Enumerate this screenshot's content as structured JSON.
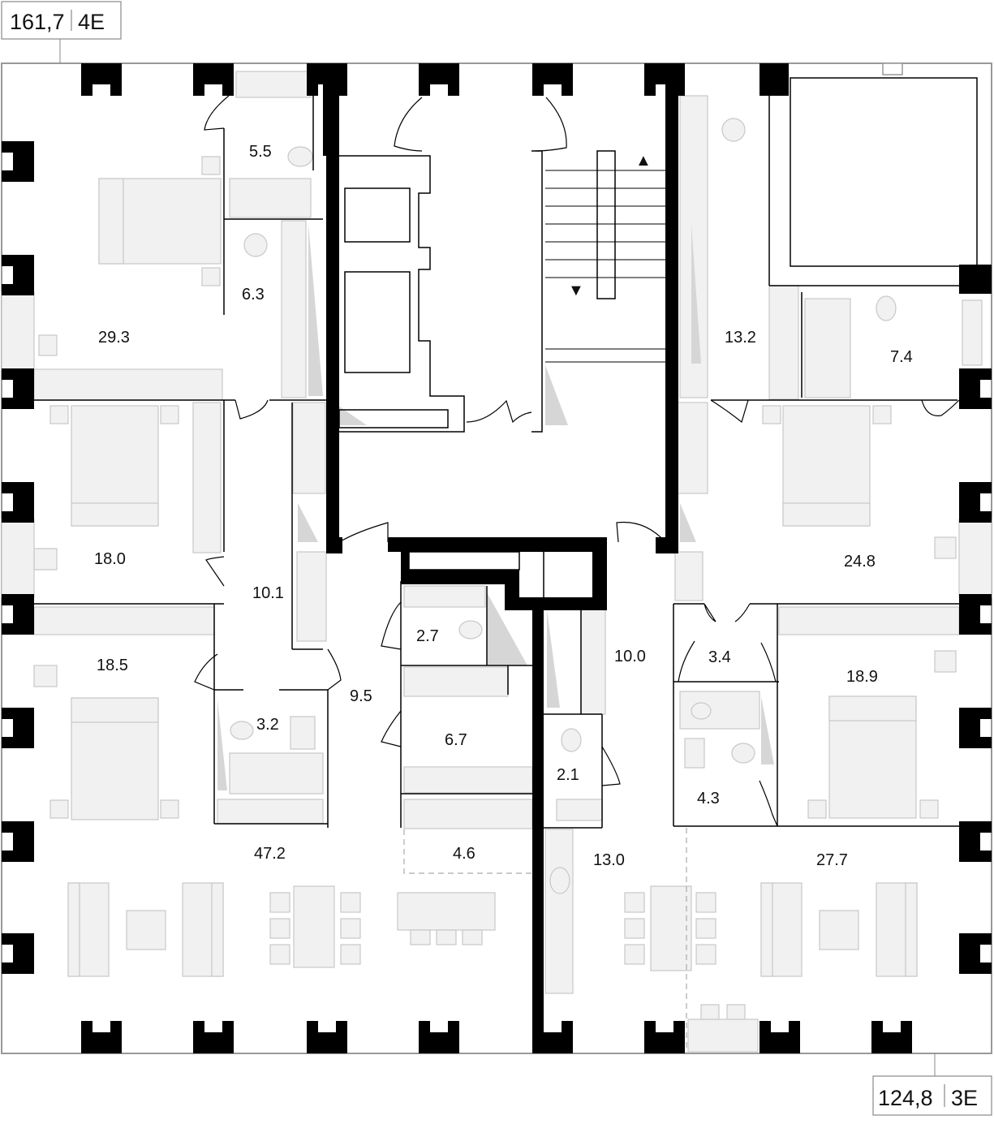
{
  "plan": {
    "units": [
      {
        "area": "161,7",
        "code": "4E"
      },
      {
        "area": "124,8",
        "code": "3E"
      }
    ],
    "rooms": [
      "5.5",
      "6.3",
      "29.3",
      "13.2",
      "7.4",
      "18.0",
      "10.1",
      "24.8",
      "18.5",
      "2.7",
      "10.0",
      "3.4",
      "18.9",
      "9.5",
      "3.2",
      "6.7",
      "2.1",
      "4.3",
      "47.2",
      "4.6",
      "13.0",
      "27.7"
    ],
    "stair_arrows": {
      "up": "▲",
      "down": "▼"
    }
  }
}
